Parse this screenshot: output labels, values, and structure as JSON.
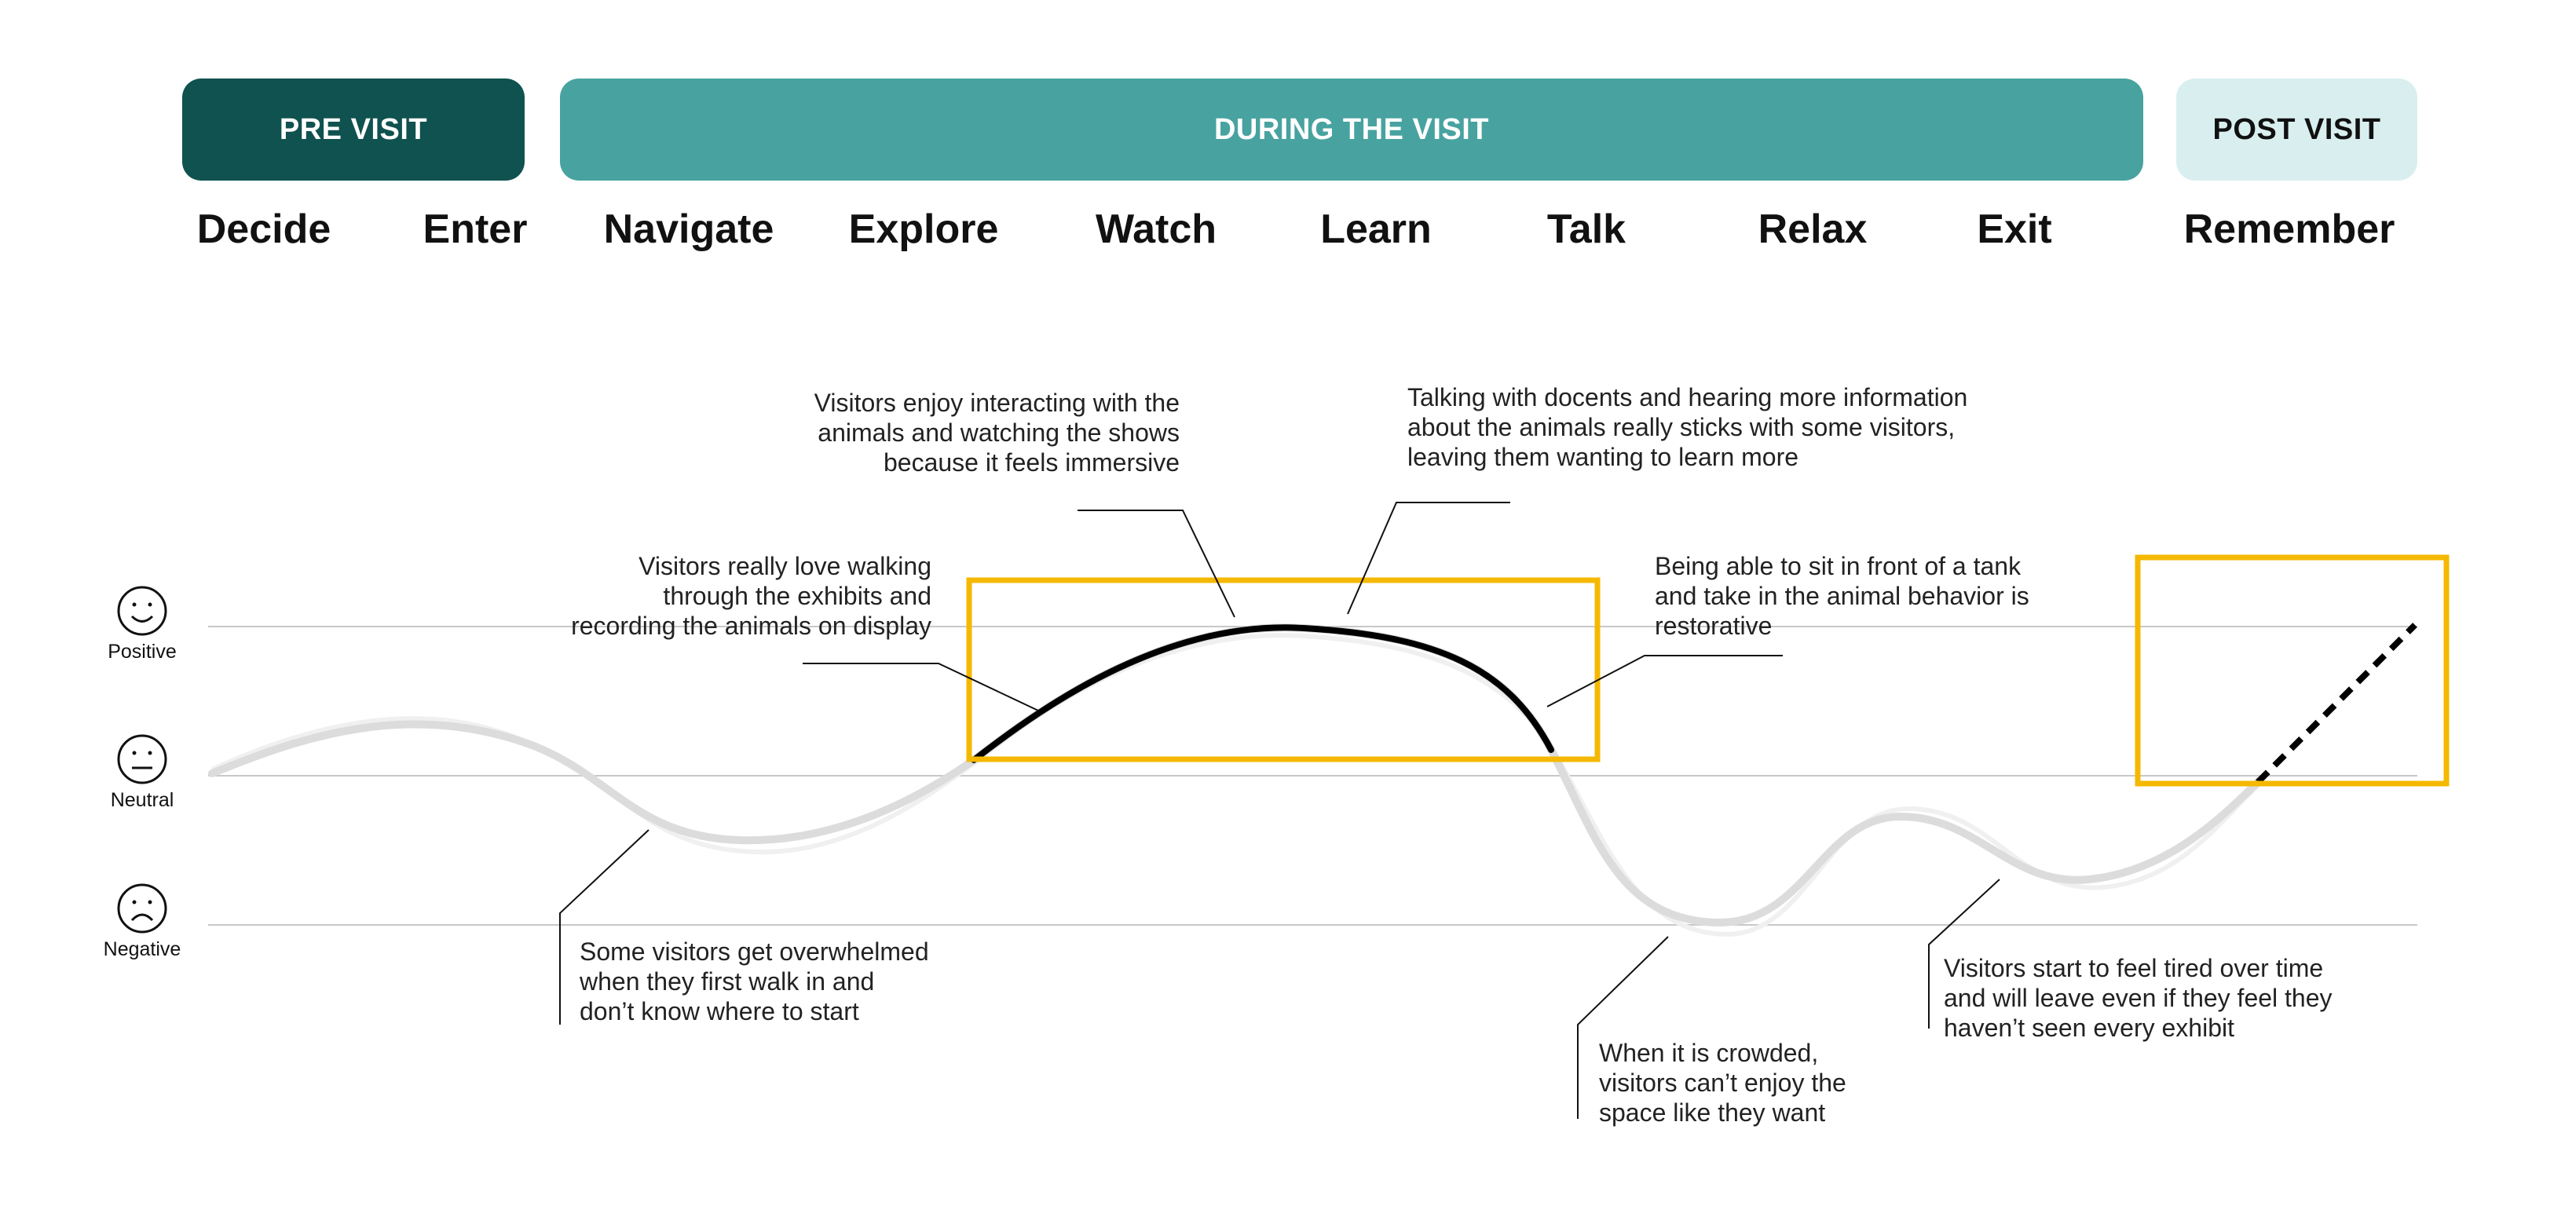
{
  "phases": {
    "pre": {
      "label": "PRE VISIT",
      "bg": "#0f524f",
      "fg": "#ffffff"
    },
    "during": {
      "label": "DURING THE VISIT",
      "bg": "#48a3a0",
      "fg": "#ffffff"
    },
    "post": {
      "label": "POST VISIT",
      "bg": "#d9efef",
      "fg": "#111111"
    }
  },
  "stages": [
    "Decide",
    "Enter",
    "Navigate",
    "Explore",
    "Watch",
    "Learn",
    "Talk",
    "Relax",
    "Exit",
    "Remember"
  ],
  "moods": {
    "positive": {
      "label": "Positive",
      "icon": "happy-face-icon"
    },
    "neutral": {
      "label": "Neutral",
      "icon": "neutral-face-icon"
    },
    "negative": {
      "label": "Negative",
      "icon": "sad-face-icon"
    }
  },
  "annotations": {
    "walk": [
      "Visitors really love walking",
      "through the exhibits and",
      "recording the animals on display"
    ],
    "immersive": [
      "Visitors enjoy interacting with the",
      "animals and watching the shows",
      "because it feels immersive"
    ],
    "docents": [
      "Talking with docents and hearing more information",
      "about the animals really sticks with some visitors,",
      "leaving them wanting to learn more"
    ],
    "tank": [
      "Being able to sit in front of a tank",
      "and take in the animal behavior is",
      "restorative"
    ],
    "overwhelmed": [
      "Some visitors get overwhelmed",
      "when they first walk in and",
      "don’t know where to start"
    ],
    "crowded": [
      "When it is crowded,",
      "visitors can’t enjoy the",
      "space like they want"
    ],
    "tired": [
      "Visitors start to feel tired over time",
      "and will leave even if they feel they",
      "haven’t seen every exhibit"
    ]
  },
  "colors": {
    "highlight": "#f5b800",
    "curve": "#dcdcdc",
    "curve_strong": "#000000",
    "baseline": "#c8c8c8"
  }
}
